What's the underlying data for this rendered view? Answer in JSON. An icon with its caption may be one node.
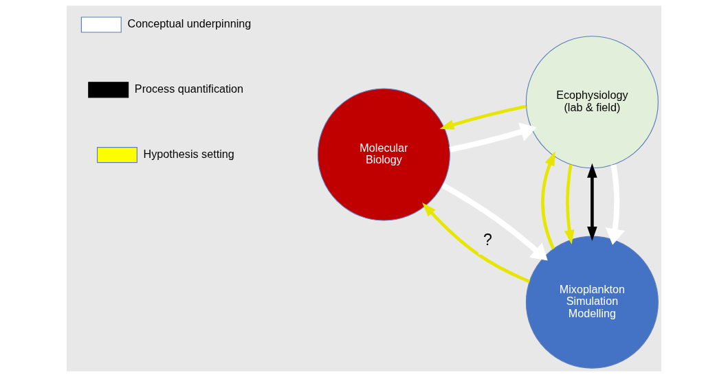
{
  "diagram": {
    "nodes": [
      {
        "text": [
          "Mixoplankton Simulation Modelling"
        ]
      },
      {
        "text": [
          "Molecular Biology"
        ]
      },
      {
        "text": [
          "Ecophysiology (lab & field)"
        ]
      }
    ],
    "edges": [
      {
        "from": 1,
        "to": 0,
        "arrow": "to",
        "color": "#ffffff"
      },
      {
        "from": 1,
        "to": 2,
        "arrow": "to",
        "color": "#ffffff"
      },
      {
        "from": 2,
        "to": 0,
        "arrow": "to",
        "color": "#ffffff"
      },
      {
        "from": 0,
        "to": 2,
        "arrow": "both",
        "color": "#000000"
      },
      {
        "from": 0,
        "to": 1,
        "arrow": "to",
        "label": "?"
      },
      {
        "from": 2,
        "to": 0,
        "arrow": "to"
      },
      {
        "from": 0,
        "to": 2,
        "arrow": "to"
      },
      {
        "from": 2,
        "to": 1,
        "arrow": "to"
      }
    ],
    "legend": [
      {
        "text": "Conceptual underpinning"
      },
      {
        "text": "Process quantification"
      },
      {
        "text": "Hypothesis setting"
      }
    ]
  }
}
